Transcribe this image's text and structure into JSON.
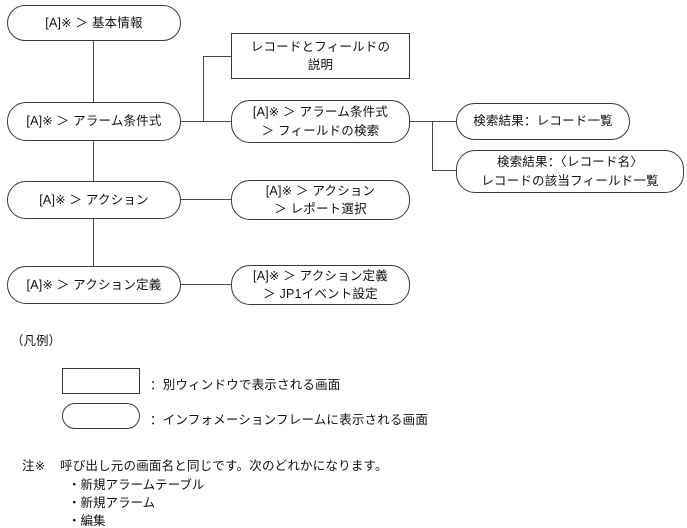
{
  "diagram": {
    "nodes": {
      "basic_info": {
        "label": "[A]※ ＞ 基本情報"
      },
      "alarm_condition": {
        "label": "[A]※ ＞ アラーム条件式"
      },
      "action": {
        "label": "[A]※ ＞ アクション"
      },
      "action_def": {
        "label": "[A]※ ＞ アクション定義"
      },
      "record_field_desc": {
        "label": "レコードとフィールドの\n説明"
      },
      "field_search": {
        "label": "[A]※ ＞ アラーム条件式\n＞ フィールドの検索"
      },
      "report_select": {
        "label": "[A]※ ＞ アクション\n＞ レポート選択"
      },
      "jp1_event": {
        "label": "[A]※ ＞ アクション定義\n＞ JP1イベント設定"
      },
      "result_record_list": {
        "label": "検索結果：レコード一覧"
      },
      "result_field_list": {
        "label": "検索結果：〈レコード名〉\nレコードの該当フィールド一覧"
      }
    }
  },
  "legend": {
    "title": "（凡例）",
    "items": [
      {
        "shape": "rect",
        "text": "：別ウィンドウで表示される画面"
      },
      {
        "shape": "round",
        "text": "：インフォメーションフレームに表示される画面"
      }
    ]
  },
  "note": {
    "marker": "注※",
    "text": "呼び出し元の画面名と同じです。次のどれかになります。",
    "bullets": [
      "・新規アラームテーブル",
      "・新規アラーム",
      "・編集"
    ]
  },
  "colors": {
    "stroke": "#3a3a3a",
    "line": "#4a4a4a",
    "text": "#111111",
    "background": "#ffffff"
  }
}
